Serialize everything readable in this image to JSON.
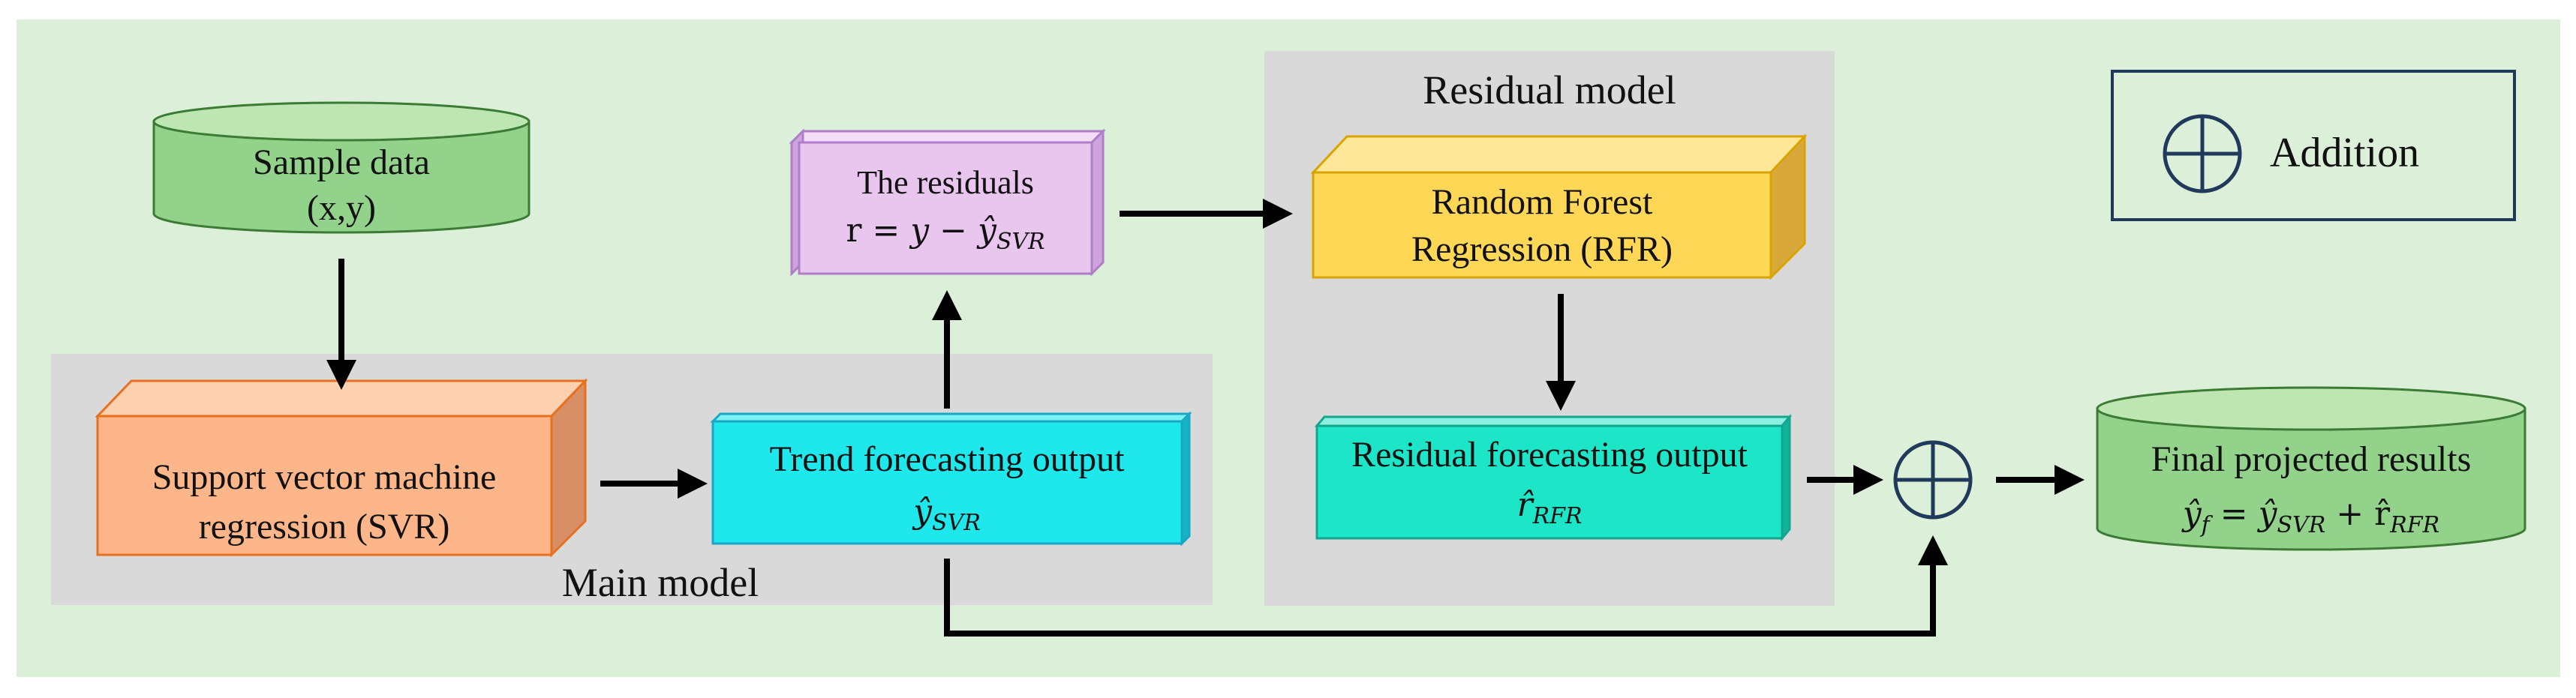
{
  "diagram": {
    "regions": {
      "main_model_label": "Main model",
      "residual_model_label": "Residual model"
    },
    "legend": {
      "label": "Addition"
    },
    "nodes": {
      "sample_data": {
        "line1": "Sample data",
        "line2": "(x,y)"
      },
      "svr": {
        "line1": "Support vector machine",
        "line2": "regression (SVR)"
      },
      "trend": {
        "line1": "Trend forecasting output"
      },
      "residuals": {
        "line1": "The residuals"
      },
      "rfr": {
        "line1": "Random Forest",
        "line2": "Regression (RFR)"
      },
      "residual_forecast": {
        "line1": "Residual forecasting output"
      },
      "final": {
        "line1": "Final projected results"
      }
    },
    "colors": {
      "background": "#dcefd8",
      "model_region": "#d9d9d9",
      "green_cylinder": "#93d28a",
      "orange_box": "#fdb68a",
      "cyan_box": "#1ee8ec",
      "purple_box": "#e8c6ee",
      "yellow_box": "#ffd757",
      "teal_box": "#1de6c8",
      "legend_border": "#1f3a5a"
    }
  }
}
